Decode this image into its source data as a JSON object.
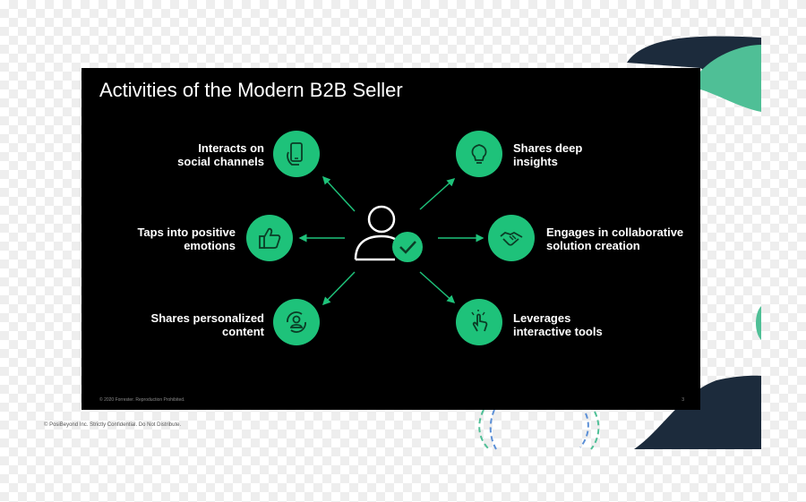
{
  "slide": {
    "title": "Activities of the Modern B2B Seller",
    "footer": "© 2020 Forrester. Reproduction Prohibited.",
    "page_number": "3"
  },
  "activities": [
    {
      "line1": "Interacts on",
      "line2": "social channels",
      "icon": "smartphone-hand-icon"
    },
    {
      "line1": "Taps into positive",
      "line2": "emotions",
      "icon": "thumbs-up-icon"
    },
    {
      "line1": "Shares personalized",
      "line2": "content",
      "icon": "person-refresh-icon"
    },
    {
      "line1": "Shares deep",
      "line2": "insights",
      "icon": "lightbulb-icon"
    },
    {
      "line1": "Engages in collaborative",
      "line2": "solution creation",
      "icon": "handshake-icon"
    },
    {
      "line1": "Leverages",
      "line2": "interactive tools",
      "icon": "pointing-hand-icon"
    }
  ],
  "center": {
    "icon": "seller-check-icon"
  },
  "page_footer": "© PosiBeyond Inc. Strictly Confidential. Do Not Distribute.",
  "colors": {
    "accent_green": "#1ec27a",
    "slide_background": "#000000",
    "navy_shape": "#1c2b3c",
    "teal_shape": "#4fbf96"
  }
}
